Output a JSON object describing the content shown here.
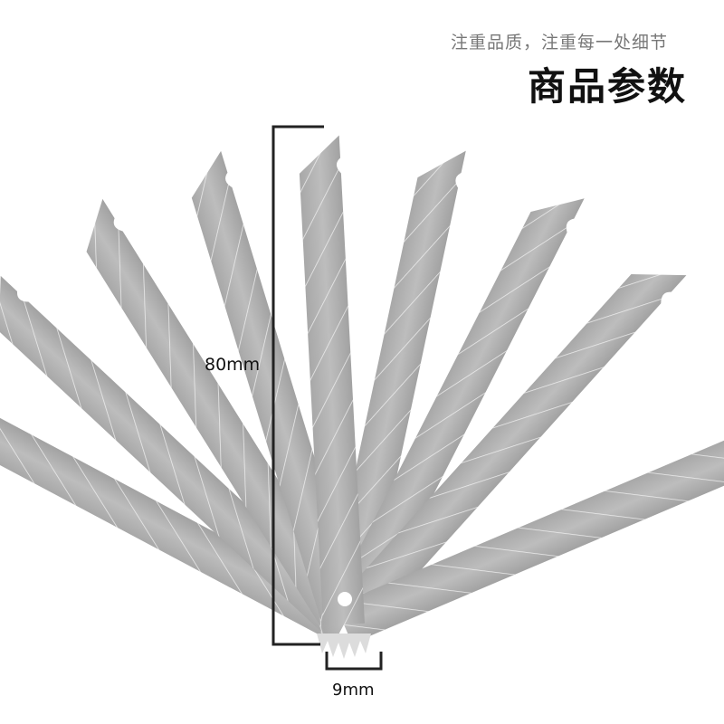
{
  "header": {
    "tagline": "注重品质，注重每一处细节",
    "title": "商品参数"
  },
  "dimensions": {
    "length_label": "80mm",
    "width_label": "9mm"
  },
  "product": {
    "subject": "snap-off utility knife blades fanned out",
    "blade_count": 9
  },
  "colors": {
    "background": "#ffffff",
    "blade": "#b4b4b4",
    "blade_dark": "#9c9c9c",
    "score_line": "#f2f2f2",
    "dimension_line": "#222222",
    "title": "#111111",
    "tagline": "#777777"
  }
}
